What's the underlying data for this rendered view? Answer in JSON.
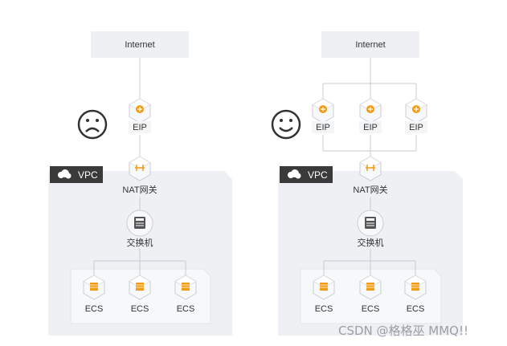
{
  "left": {
    "internet": "Internet",
    "eip": "EIP",
    "vpc": "VPC",
    "nat": "NAT网关",
    "switch": "交换机",
    "ecs": [
      "ECS",
      "ECS",
      "ECS"
    ],
    "face": "sad-face-icon"
  },
  "right": {
    "internet": "Internet",
    "eips": [
      "EIP",
      "EIP",
      "EIP"
    ],
    "vpc": "VPC",
    "nat": "NAT网关",
    "switch": "交换机",
    "ecs": [
      "ECS",
      "ECS",
      "ECS"
    ],
    "face": "happy-face-icon"
  },
  "watermark": "CSDN @格格巫 MMQ!!",
  "colors": {
    "accent": "#f39c12",
    "vpc_bg": "#eef0f3",
    "box_bg": "#f5f6f8",
    "badge": "#3a3a3a"
  }
}
